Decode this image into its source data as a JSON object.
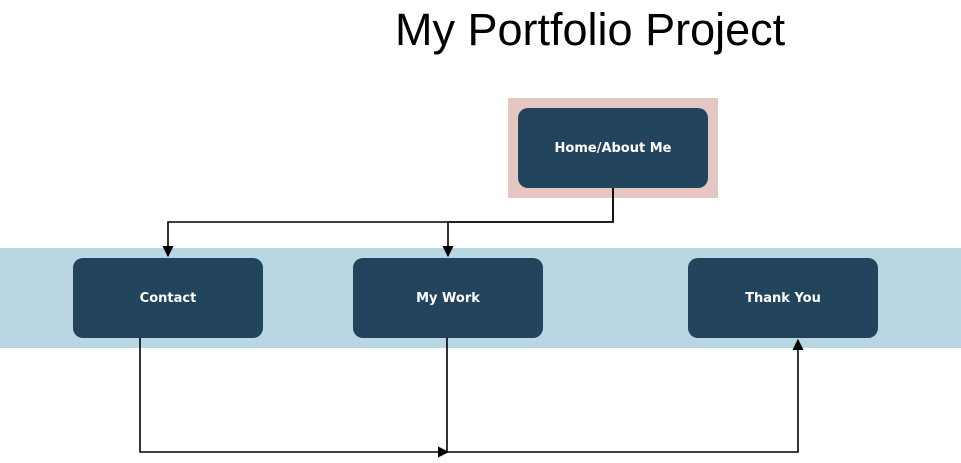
{
  "title": "My Portfolio Project",
  "nodes": {
    "home": "Home/About Me",
    "contact": "Contact",
    "mywork": "My Work",
    "thankyou": "Thank You"
  },
  "colors": {
    "node_fill": "#23445d",
    "node_text": "#ffffff",
    "band": "#b9d6e3",
    "highlight": "#e6c6c0",
    "connector": "#000000"
  }
}
